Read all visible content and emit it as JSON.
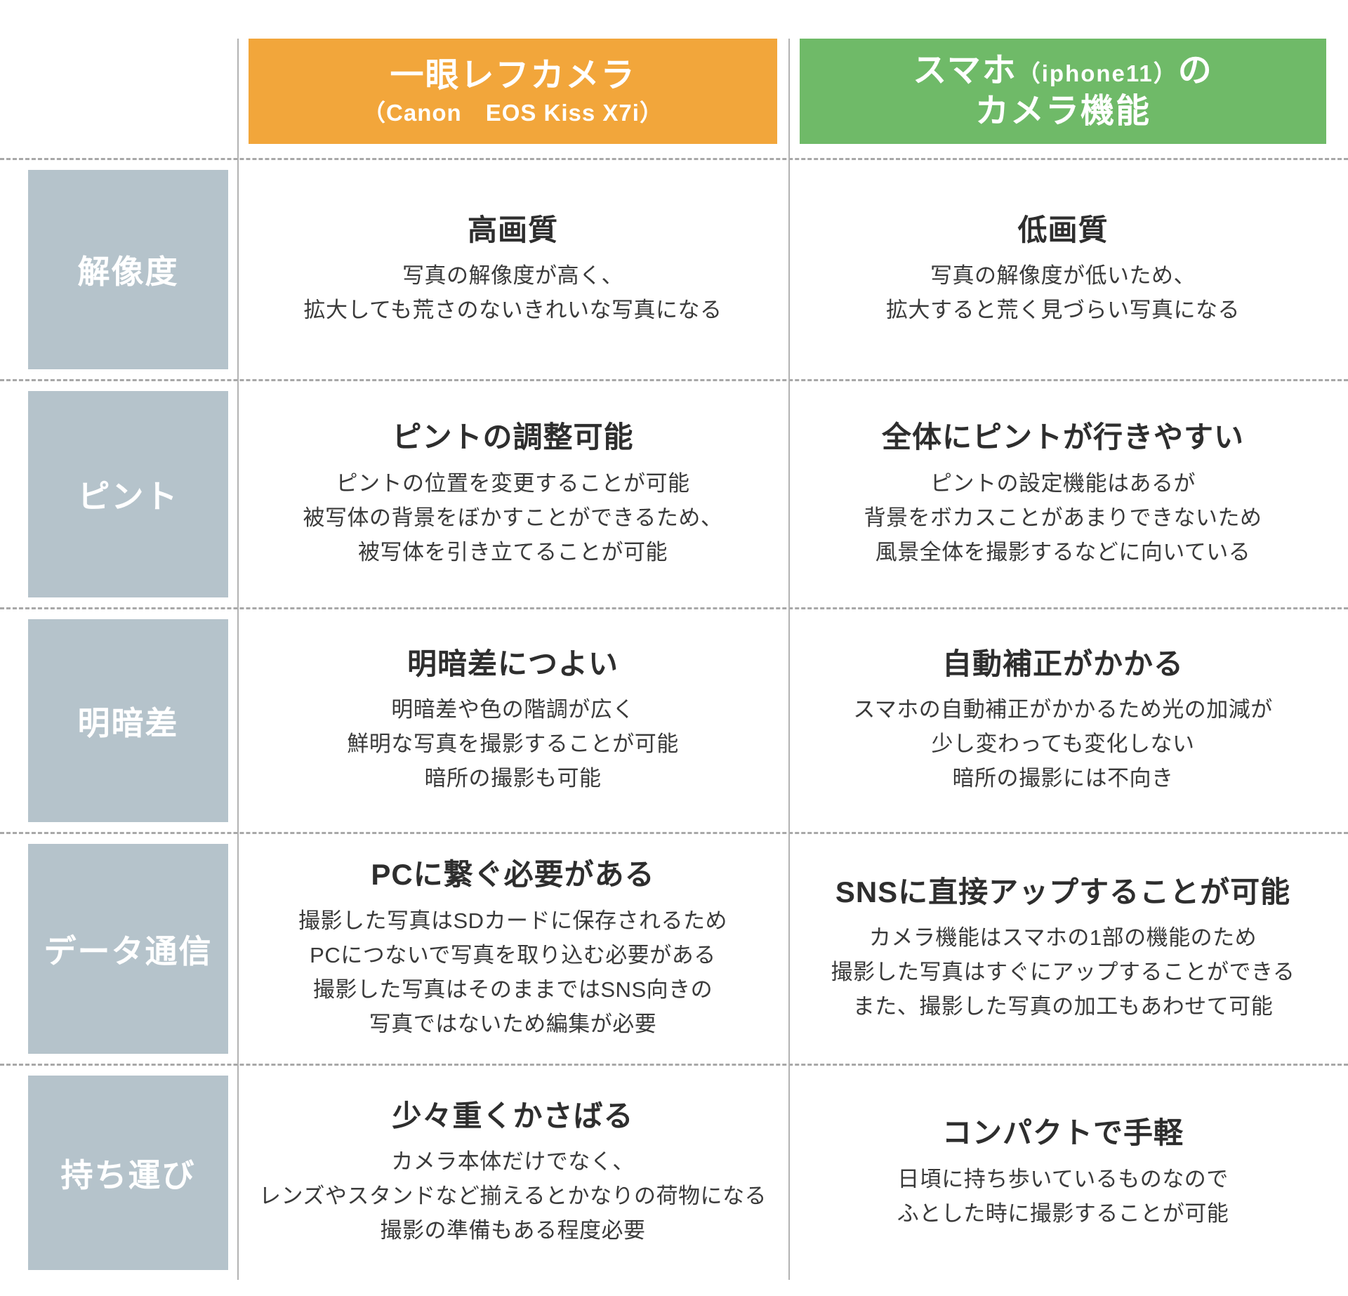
{
  "colors": {
    "dslr_header_bg": "#F2A63B",
    "phone_header_bg": "#6FBA68",
    "row_label_bg": "#B5C3CB",
    "heading_text": "#2E2E2E",
    "body_text": "#3A3A3A",
    "divider": "#A8A8A8"
  },
  "header": {
    "dslr": {
      "title": "一眼レフカメラ",
      "subtitle": "（Canon　EOS Kiss X7i）"
    },
    "phone": {
      "title_part1": "スマホ",
      "title_part2": "（iphone11）",
      "title_part3": "の",
      "title_line2": "カメラ機能"
    }
  },
  "rows": [
    {
      "label": "解像度",
      "dslr": {
        "heading": "高画質",
        "line1": "写真の解像度が高く、",
        "line2": "拡大しても荒さのないきれいな写真になる"
      },
      "phone": {
        "heading": "低画質",
        "line1": "写真の解像度が低いため、",
        "line2": "拡大すると荒く見づらい写真になる"
      }
    },
    {
      "label": "ピント",
      "dslr": {
        "heading": "ピントの調整可能",
        "line1": "ピントの位置を変更することが可能",
        "line2": "被写体の背景をぼかすことができるため、",
        "line3": "被写体を引き立てることが可能"
      },
      "phone": {
        "heading": "全体にピントが行きやすい",
        "line1": "ピントの設定機能はあるが",
        "line2": "背景をボカスことがあまりできないため",
        "line3": "風景全体を撮影するなどに向いている"
      }
    },
    {
      "label": "明暗差",
      "dslr": {
        "heading": "明暗差につよい",
        "line1": "明暗差や色の階調が広く",
        "line2": "鮮明な写真を撮影することが可能",
        "line3": "暗所の撮影も可能"
      },
      "phone": {
        "heading": "自動補正がかかる",
        "line1": "スマホの自動補正がかかるため光の加減が",
        "line2": "少し変わっても変化しない",
        "line3": "暗所の撮影には不向き"
      }
    },
    {
      "label": "データ通信",
      "dslr": {
        "heading": "PCに繋ぐ必要がある",
        "line1": "撮影した写真はSDカードに保存されるため",
        "line2": "PCにつないで写真を取り込む必要がある",
        "line3": "撮影した写真はそのままではSNS向きの",
        "line4": "写真ではないため編集が必要"
      },
      "phone": {
        "heading": "SNSに直接アップすることが可能",
        "line1": "カメラ機能はスマホの1部の機能のため",
        "line2": "撮影した写真はすぐにアップすることができる",
        "line3": "また、撮影した写真の加工もあわせて可能"
      }
    },
    {
      "label": "持ち運び",
      "dslr": {
        "heading": "少々重くかさばる",
        "line1": "カメラ本体だけでなく、",
        "line2": "レンズやスタンドなど揃えるとかなりの荷物になる",
        "line3": "撮影の準備もある程度必要"
      },
      "phone": {
        "heading": "コンパクトで手軽",
        "line1": "日頃に持ち歩いているものなので",
        "line2": "ふとした時に撮影することが可能"
      }
    }
  ]
}
